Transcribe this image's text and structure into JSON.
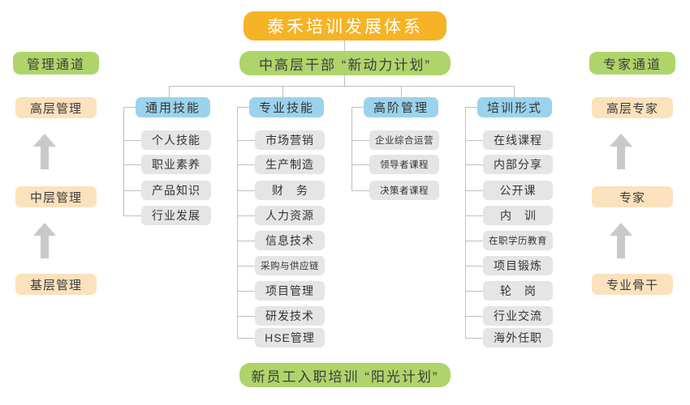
{
  "diagram": {
    "title": "泰禾培训发展体系",
    "subtitle": "中高层干部 “新动力计划”",
    "footer": "新员工入职培训 “阳光计划”",
    "colors": {
      "title_orange": "#F5B325",
      "banner_green": "#AFD46B",
      "ladder_peach": "#FBE1BC",
      "header_blue": "#9BD3EC",
      "leaf_gray": "#E5E5E5",
      "connector_gray": "#BFBFBF",
      "arrow_gray": "#C9C9C9"
    },
    "left_ladder": {
      "header": "管理通道",
      "levels": [
        "高层管理",
        "中层管理",
        "基层管理"
      ]
    },
    "right_ladder": {
      "header": "专家通道",
      "levels": [
        "高层专家",
        "专家",
        "专业骨干"
      ]
    },
    "columns": [
      {
        "header": "通用技能",
        "items": [
          "个人技能",
          "职业素养",
          "产品知识",
          "行业发展"
        ]
      },
      {
        "header": "专业技能",
        "items": [
          "市场营销",
          "生产制造",
          "财 务",
          "人力资源",
          "信息技术",
          "采购与供应链",
          "项目管理",
          "研发技术",
          "HSE管理"
        ]
      },
      {
        "header": "高阶管理",
        "items": [
          "企业综合运营",
          "领导者课程",
          "决策者课程"
        ]
      },
      {
        "header": "培训形式",
        "items": [
          "在线课程",
          "内部分享",
          "公开课",
          "内 训",
          "在职学历教育",
          "项目锻炼",
          "轮 岗",
          "行业交流",
          "海外任职"
        ]
      }
    ]
  }
}
